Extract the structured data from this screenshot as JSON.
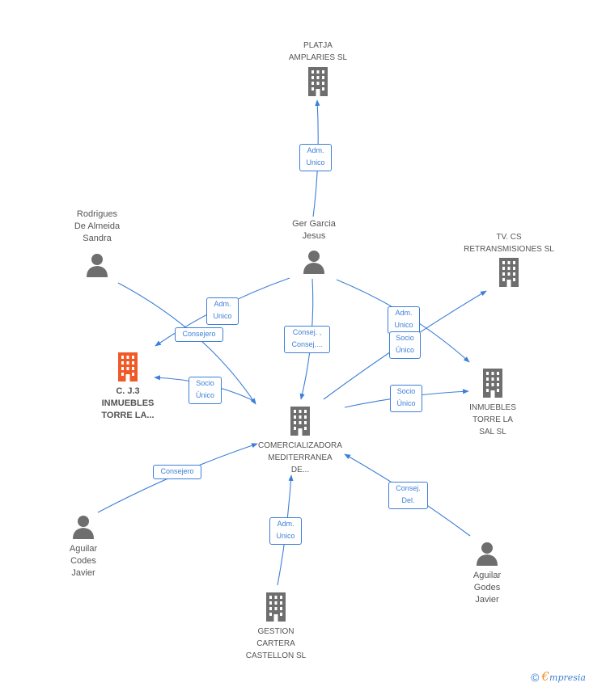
{
  "colors": {
    "edge": "#3d7fd6",
    "building": "#6e6e6e",
    "building_highlight": "#f05a28",
    "person": "#6e6e6e"
  },
  "nodes": [
    {
      "id": "platja",
      "type": "company",
      "icon": "building-icon",
      "label": "PLATJA\nAMPLARIES  SL"
    },
    {
      "id": "rodrigues",
      "type": "person",
      "icon": "person-icon",
      "label": "Rodrigues\nDe Almeida\nSandra"
    },
    {
      "id": "ger",
      "type": "person",
      "icon": "person-icon",
      "label": "Ger Garcia\nJesus"
    },
    {
      "id": "tvcs",
      "type": "company",
      "icon": "building-icon",
      "label": "TV.  CS\nRETRANSMISIONES SL"
    },
    {
      "id": "cj3",
      "type": "company",
      "highlight": true,
      "icon": "building-icon",
      "label": "C. J.3\nINMUEBLES\nTORRE LA..."
    },
    {
      "id": "inmuebles",
      "type": "company",
      "icon": "building-icon",
      "label": "INMUEBLES\nTORRE LA\nSAL  SL"
    },
    {
      "id": "comercializadora",
      "type": "company",
      "icon": "building-icon",
      "label": "COMERCIALIZADORA\nMEDITERRANEA\nDE..."
    },
    {
      "id": "aguilar1",
      "type": "person",
      "icon": "person-icon",
      "label": "Aguilar\nCodes\nJavier"
    },
    {
      "id": "aguilar2",
      "type": "person",
      "icon": "person-icon",
      "label": "Aguilar\nGodes\nJavier"
    },
    {
      "id": "gestion",
      "type": "company",
      "icon": "building-icon",
      "label": "GESTION\nCARTERA\nCASTELLON SL"
    }
  ],
  "edges": [
    {
      "id": "e1",
      "label": "Adm.\nUnico"
    },
    {
      "id": "e2",
      "label": "Consejero"
    },
    {
      "id": "e3",
      "label": "Adm.\nUnico"
    },
    {
      "id": "e4",
      "label": "Consej. ,\nConsej...."
    },
    {
      "id": "e5",
      "label": "Adm.\nUnico"
    },
    {
      "id": "e6",
      "label": "Socio\nÚnico"
    },
    {
      "id": "e7",
      "label": "Socio\nÚnico"
    },
    {
      "id": "e8",
      "label": "Socio\nÚnico"
    },
    {
      "id": "e9",
      "label": "Consejero"
    },
    {
      "id": "e10",
      "label": "Adm.\nUnico"
    },
    {
      "id": "e11",
      "label": "Consej.\nDel."
    }
  ],
  "brand": {
    "copyright": "©",
    "e": "€",
    "rest": "mpresia"
  }
}
